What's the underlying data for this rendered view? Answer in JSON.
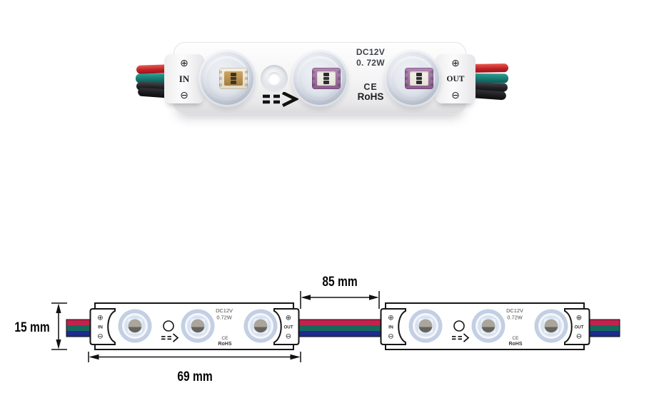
{
  "photo": {
    "voltage": "DC12V",
    "wattage": "0. 72W",
    "ce": "CE",
    "rohs": "RoHS",
    "in": "IN",
    "out": "OUT",
    "plus": "⊕",
    "minus": "⊖",
    "colors": {
      "wire_red": "#c02227",
      "wire_teal": "#14776e",
      "wire_black": "#1a1a1d",
      "lens_blue_gray": "#c1c8d5",
      "body_white": "#f5f5f6"
    }
  },
  "diagram": {
    "module": {
      "voltage": "DC12V",
      "wattage": "0.72W",
      "ce": "CE",
      "rohs": "RoHS",
      "in": "IN",
      "out": "OUT",
      "plus": "⊕",
      "minus": "⊖"
    },
    "dimensions": {
      "height": "15 mm",
      "length": "69 mm",
      "spacing": "85 mm"
    },
    "wire_colors": {
      "red": "#c2224c",
      "green": "#17685e",
      "blue": "#1c2b8e"
    },
    "led_colors": {
      "ring": "#c3cfe3",
      "inner": "#d9e3f1",
      "dome_gray": "#aaa69d",
      "dome_dark": "#66645e"
    }
  }
}
